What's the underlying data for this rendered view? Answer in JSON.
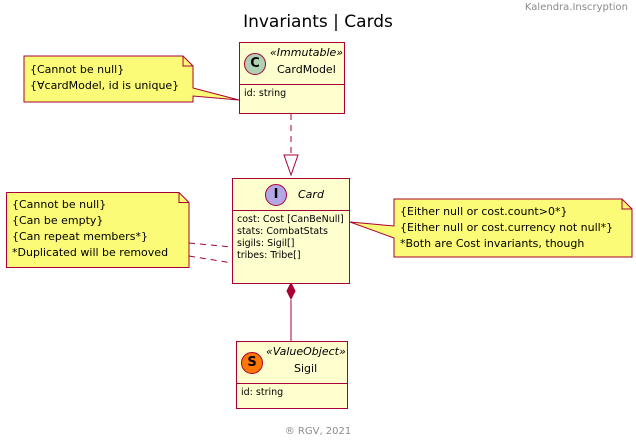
{
  "header_right": "Kalendra.Inscryption",
  "title": "Invariants | Cards",
  "footer": "® RGV, 2021",
  "classes": {
    "cardmodel": {
      "circle": "C",
      "stereotype": "«Immutable»",
      "name": "CardModel",
      "attributes": [
        "id: string"
      ],
      "circle_color": "#ADD1B2"
    },
    "card": {
      "circle": "I",
      "stereotype": "",
      "name": "Card",
      "attributes": [
        "cost: Cost [CanBeNull]",
        "stats: CombatStats",
        "sigils: Sigil[]",
        "tribes: Tribe[]"
      ],
      "circle_color": "#B4A7E5"
    },
    "sigil": {
      "circle": "S",
      "stereotype": "«ValueObject»",
      "name": "Sigil",
      "attributes": [
        "id: string"
      ],
      "circle_color": "#FF7700"
    }
  },
  "notes": {
    "cardmodel_note": [
      "{Cannot be null}",
      "{∀cardModel, id is unique}"
    ],
    "card_left_note": [
      "{Cannot be null}",
      "{Can be empty}",
      "{Can repeat members*}",
      " *Duplicated will be removed"
    ],
    "card_right_note": [
      "{Either null or cost.count>0*}",
      "{Either null or cost.currency not null*}",
      " *Both are Cost invariants, though"
    ]
  },
  "colors": {
    "class_fill": "#FEFECE",
    "class_border": "#A80036",
    "note_fill": "#FBFB77"
  }
}
